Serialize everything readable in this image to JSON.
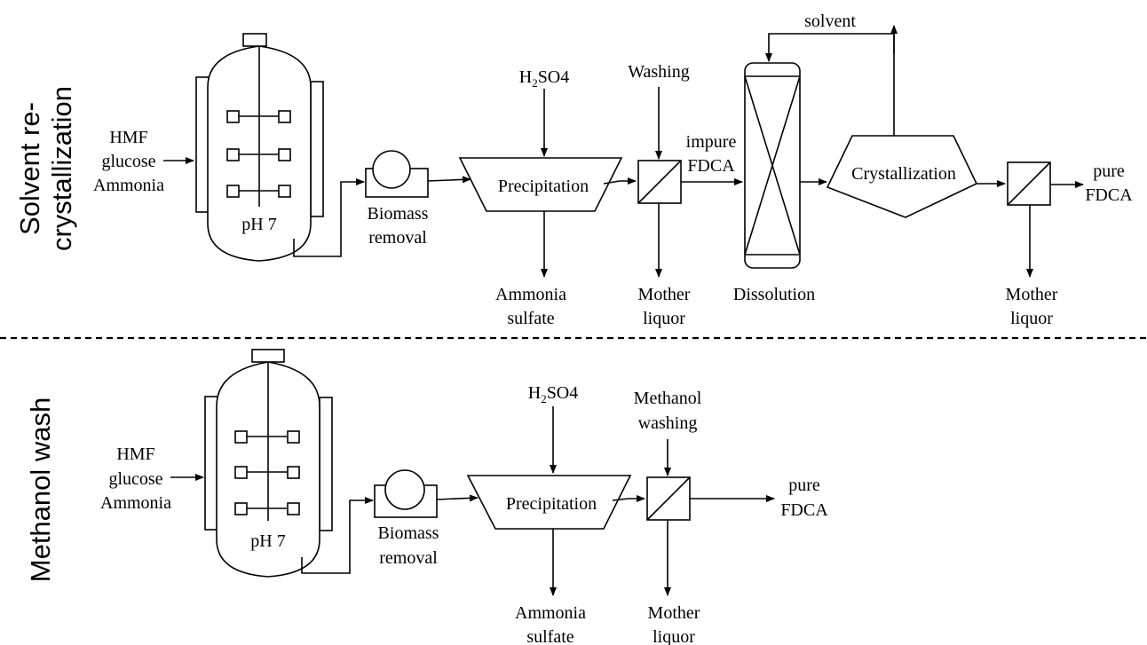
{
  "section_labels": {
    "top_line1": "Solvent re-",
    "top_line2": "crystallization",
    "bottom": "Methanol wash"
  },
  "top": {
    "feed": [
      "HMF",
      "glucose",
      "Ammonia"
    ],
    "reactor_label": "pH 7",
    "biomass": [
      "Biomass",
      "removal"
    ],
    "acid": "H2SO4",
    "acid_main": "H",
    "acid_sub": "2",
    "acid_rest": "SO4",
    "precipitation": "Precipitation",
    "byproduct": [
      "Ammonia",
      "sulfate"
    ],
    "washing": "Washing",
    "mother_liquor": [
      "Mother",
      "liquor"
    ],
    "impure": [
      "impure",
      "FDCA"
    ],
    "dissolution": "Dissolution",
    "solvent": "solvent",
    "crystallization": "Crystallization",
    "product": [
      "pure",
      "FDCA"
    ],
    "mother_liquor2": [
      "Mother",
      "liquor"
    ]
  },
  "bottom": {
    "feed": [
      "HMF",
      "glucose",
      "Ammonia"
    ],
    "reactor_label": "pH 7",
    "biomass": [
      "Biomass",
      "removal"
    ],
    "acid": "H2SO4",
    "acid_main": "H",
    "acid_sub": "2",
    "acid_rest": "SO4",
    "precipitation": "Precipitation",
    "byproduct": [
      "Ammonia",
      "sulfate"
    ],
    "washing": [
      "Methanol",
      "washing"
    ],
    "mother_liquor": [
      "Mother",
      "liquor"
    ],
    "product": [
      "pure",
      "FDCA"
    ]
  }
}
